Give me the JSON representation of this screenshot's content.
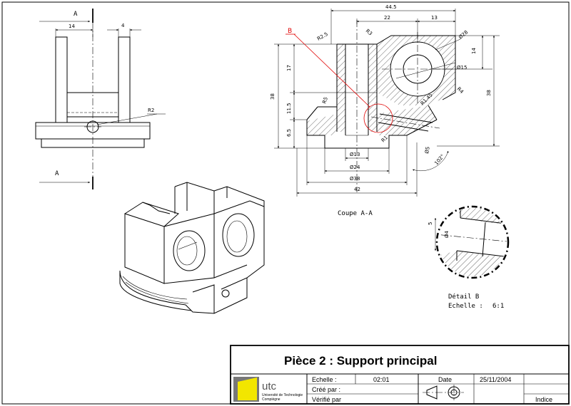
{
  "title_block": {
    "title": "Pièce 2 : Support principal",
    "echelle_label": "Echelle :",
    "echelle_value": "02:01",
    "cree_label": "Créé par :",
    "verifie_label": "Vérifié par",
    "date_label": "Date",
    "date_value": "25/11/2004",
    "indice_label": "Indice",
    "logo": {
      "name": "utc",
      "line1": "Université de Technologie",
      "line2": "Compiègne"
    }
  },
  "views": {
    "section_mark": "A",
    "section_mark_bottom": "A",
    "coupe_label": "Coupe A-A",
    "detail_label": "Détail B",
    "detail_scale_label": "Echelle :",
    "detail_scale_value": "6:1",
    "detail_callout": "B"
  },
  "dimensions": {
    "front_14": "14",
    "front_4": "4",
    "front_r2": "R2",
    "top_44_5": "44.5",
    "top_22": "22",
    "top_13": "13",
    "r2_5": "R2.5",
    "r3": "R3",
    "d28": "Ø28",
    "d15": "Ø15",
    "right_14": "14",
    "right_38": "38",
    "r4": "R4",
    "r1_45": "R1.45",
    "left_38": "38",
    "left_17": "17",
    "left_11_5": "11.5",
    "left_6_5": "6.5",
    "r5_left": "R5",
    "d13": "Ø13",
    "d24": "Ø24",
    "d38": "Ø38",
    "bottom_42": "42",
    "d5": "Ø5",
    "angle_102": "102°",
    "r1_small": "R1",
    "detail_5": "5",
    "detail_d4": "Ø4"
  },
  "colors": {
    "callout": "#e00000",
    "logo_yellow": "#f2e600",
    "logo_grey": "#777777"
  }
}
